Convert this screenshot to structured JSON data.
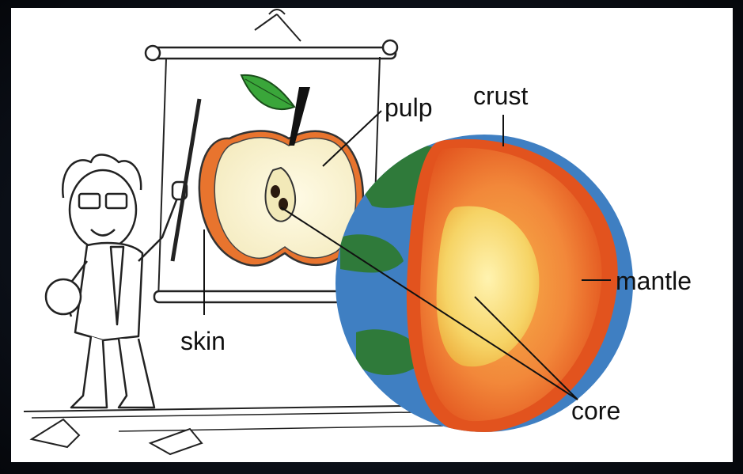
{
  "labels": {
    "pulp": "pulp",
    "crust": "crust",
    "mantle": "mantle",
    "skin": "skin",
    "core": "core"
  },
  "colors": {
    "background": "#0b0f17",
    "panel": "#ffffff",
    "earth_ocean": "#3f7fc2",
    "earth_land": "#2f7a3a",
    "crust": "#f0602a",
    "mantle": "#f07a2f",
    "core": "#f4c95a",
    "apple_pulp": "#fbf5d6",
    "apple_skin": "#e8742e",
    "leaf": "#3aa63a"
  }
}
